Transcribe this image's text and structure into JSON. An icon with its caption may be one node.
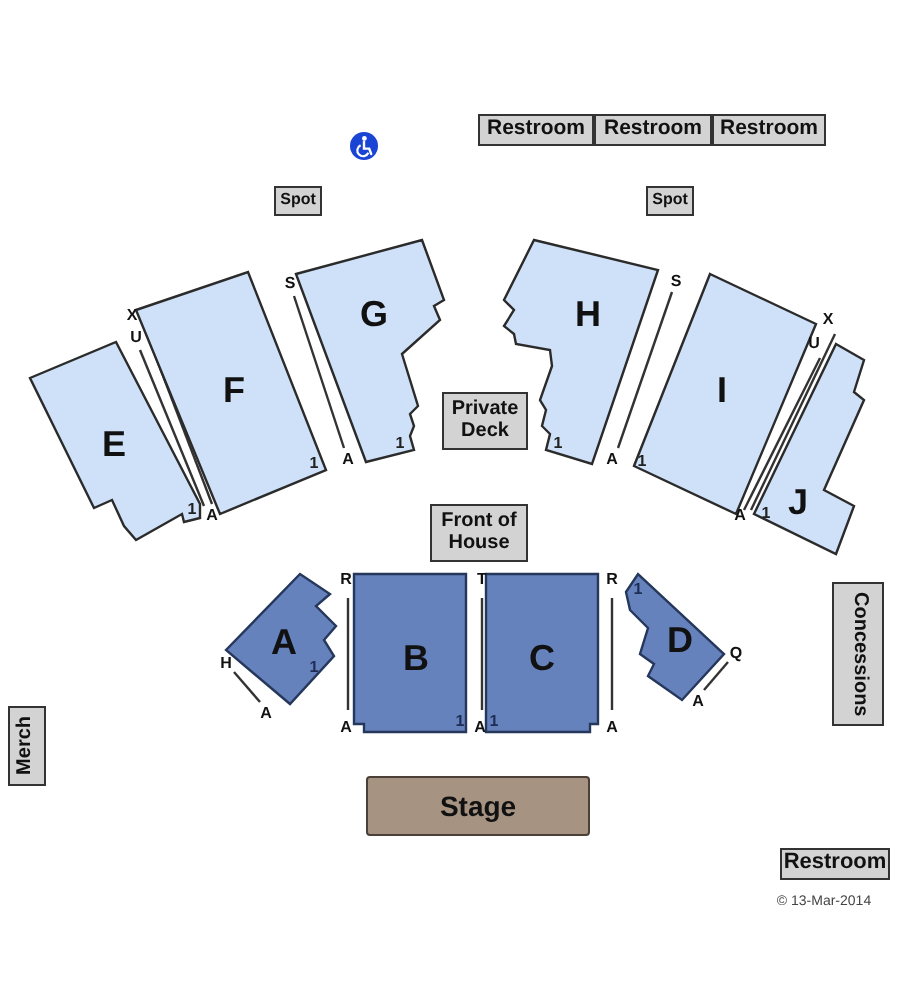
{
  "diagram": {
    "nodes": [
      {
        "text": [
          "Restroom"
        ]
      },
      {
        "text": [
          "Restroom"
        ]
      },
      {
        "text": [
          "Restroom"
        ]
      },
      {
        "text": [
          "Spot"
        ]
      },
      {
        "text": [
          "Spot"
        ]
      },
      {
        "text": [
          "E",
          "1"
        ]
      },
      {
        "text": [
          "F",
          "1"
        ]
      },
      {
        "text": [
          "G",
          "1"
        ]
      },
      {
        "text": [
          "Private Deck"
        ]
      },
      {
        "text": [
          "H",
          "1"
        ]
      },
      {
        "text": [
          "I",
          "1"
        ]
      },
      {
        "text": [
          "1",
          "J"
        ]
      },
      {
        "text": [
          "Front of House"
        ]
      },
      {
        "text": [
          "A",
          "1"
        ]
      },
      {
        "text": [
          "B",
          "1"
        ]
      },
      {
        "text": [
          "C",
          "1"
        ]
      },
      {
        "text": [
          "D",
          "1"
        ]
      },
      {
        "text": [
          "Concessions"
        ]
      },
      {
        "text": [
          "Merch"
        ]
      },
      {
        "text": [
          "Stage"
        ]
      },
      {
        "text": [
          "Restroom"
        ]
      }
    ],
    "labels": [
      "S",
      "S",
      "X",
      "U",
      "X",
      "U",
      "A",
      "A",
      "A",
      "A",
      "R",
      "T",
      "R",
      "Q",
      "H",
      "A",
      "A",
      "A",
      "A",
      "A",
      "© 13-Mar-2014"
    ]
  }
}
